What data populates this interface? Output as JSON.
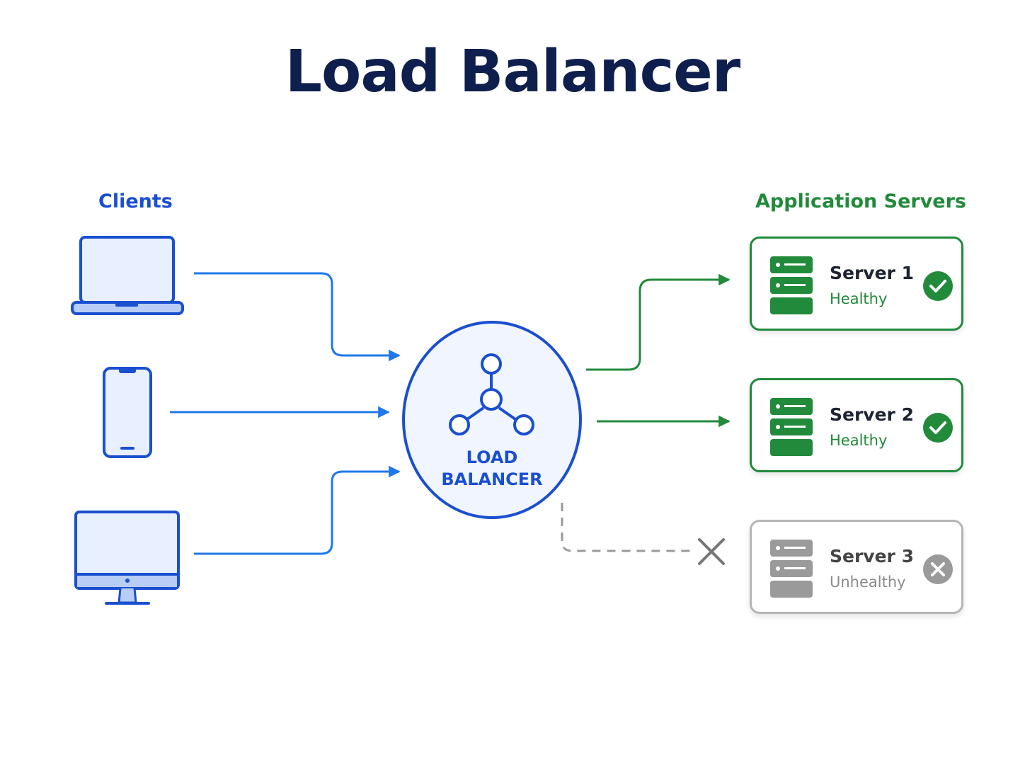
{
  "title": "Load Balancer",
  "clients_section": {
    "label": "Clients",
    "devices": [
      {
        "icon": "laptop-icon"
      },
      {
        "icon": "smartphone-icon"
      },
      {
        "icon": "desktop-monitor-icon"
      }
    ]
  },
  "load_balancer": {
    "icon": "network-hub-icon",
    "line1": "LOAD",
    "line2": "BALANCER"
  },
  "servers_section": {
    "label": "Application Servers",
    "servers": [
      {
        "name": "Server 1",
        "status": "Healthy",
        "state": "healthy",
        "icon": "server-rack-icon",
        "status_icon": "check-icon"
      },
      {
        "name": "Server 2",
        "status": "Healthy",
        "state": "healthy",
        "icon": "server-rack-icon",
        "status_icon": "check-icon"
      },
      {
        "name": "Server 3",
        "status": "Unhealthy",
        "state": "unhealthy",
        "icon": "server-rack-icon",
        "status_icon": "close-icon"
      }
    ]
  },
  "colors": {
    "title": "#0f1f4d",
    "client_blue": "#1a4fd0",
    "client_arrow": "#1f78e8",
    "client_fill": "#e8efff",
    "lb_fill": "#f1f5ff",
    "healthy_green": "#218a3b",
    "unhealthy_gray": "#9a9a9a",
    "text_dark": "#1e2433"
  }
}
